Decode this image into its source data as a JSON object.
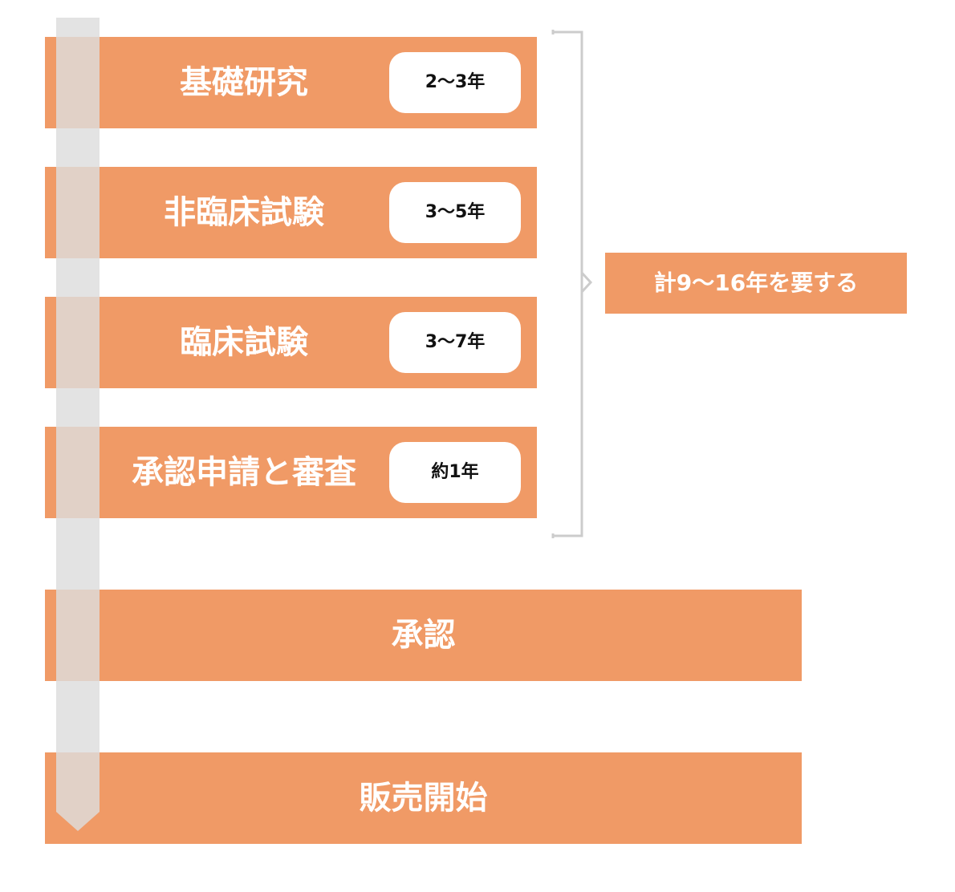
{
  "stages": [
    {
      "label": "基礎研究",
      "duration": "2～3年"
    },
    {
      "label": "非臨床試験",
      "duration": "3～5年"
    },
    {
      "label": "臨床試験",
      "duration": "3～7年"
    },
    {
      "label": "承認申請と審査",
      "duration": "約1年"
    }
  ],
  "milestones": [
    {
      "label": "承認"
    },
    {
      "label": "販売開始"
    }
  ],
  "total": {
    "label": "計9～16年を要する"
  },
  "colors": {
    "bar": "#f09a66",
    "badge_bg": "#ffffff",
    "timeline_arrow": "#dddddd",
    "bracket": "#cccccc"
  }
}
